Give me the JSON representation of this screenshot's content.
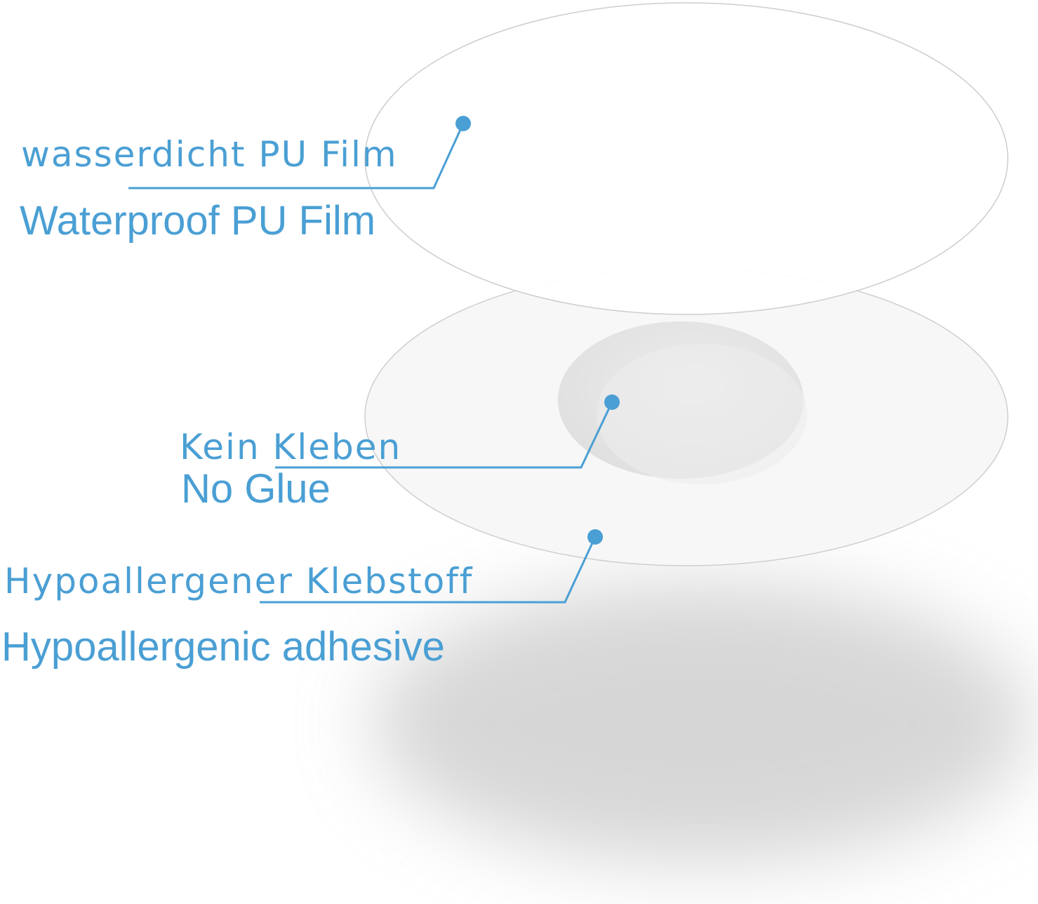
{
  "accent_color": "#4a9fd4",
  "labels": {
    "film_de": "wasserdicht PU Film",
    "film_en": "Waterproof PU Film",
    "noglue_de": "Kein Kleben",
    "noglue_en": "No Glue",
    "adhesive_de": "Hypoallergener Klebstoff",
    "adhesive_en": "Hypoallergenic adhesive"
  }
}
